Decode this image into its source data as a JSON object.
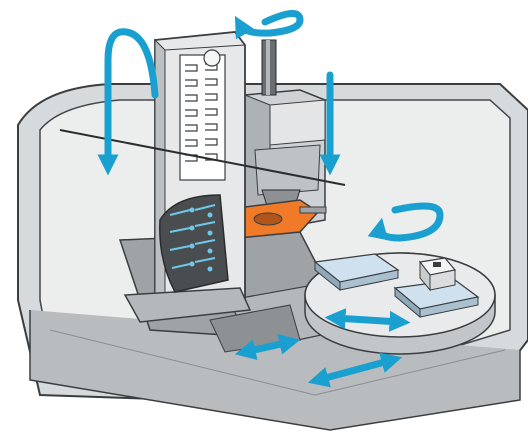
{
  "diagram": {
    "kind": "machining-center-illustration",
    "components": [
      "machine-enclosure",
      "column",
      "tool-magazine",
      "spindle-head",
      "spindle",
      "cooling-channels",
      "workpiece-fixture",
      "rotary-table",
      "pallet-left",
      "pallet-right",
      "workpiece"
    ],
    "motion_arrows": [
      "arrow-down-left",
      "arrow-down-right",
      "arrow-rotate-spindle",
      "arrow-rotate-table",
      "arrow-pallet-horizontal",
      "arrow-base-horizontal-small",
      "arrow-base-horizontal-large"
    ],
    "colors": {
      "arrow_blue": "#1aa0d0",
      "machine_grey": "#c8cbcd",
      "machine_dark": "#4a4d50",
      "orange_fixture": "#f07a28",
      "panel_white": "#f4f5f5"
    }
  }
}
